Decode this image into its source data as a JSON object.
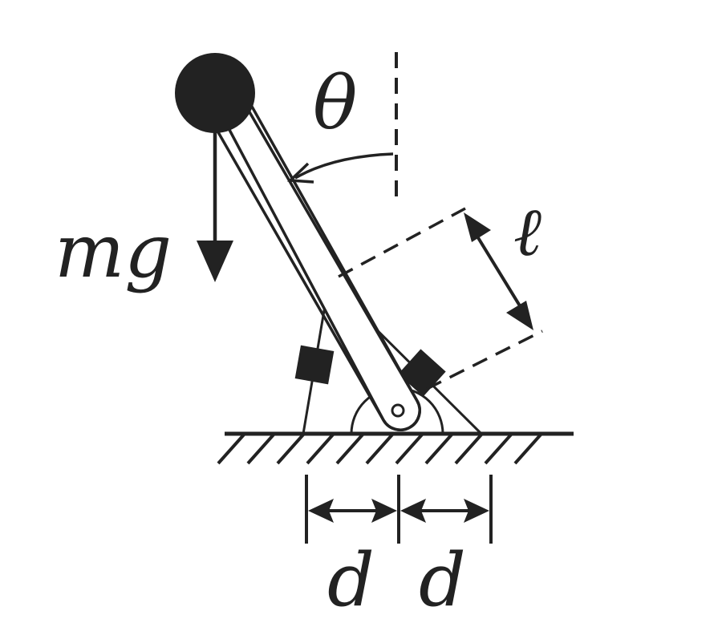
{
  "diagram": {
    "labels": {
      "angle": "θ",
      "weight": "mg",
      "length": "ℓ",
      "spacing_left": "d",
      "spacing_right": "d"
    },
    "colors": {
      "ink": "#222222",
      "background": "#ffffff"
    }
  }
}
